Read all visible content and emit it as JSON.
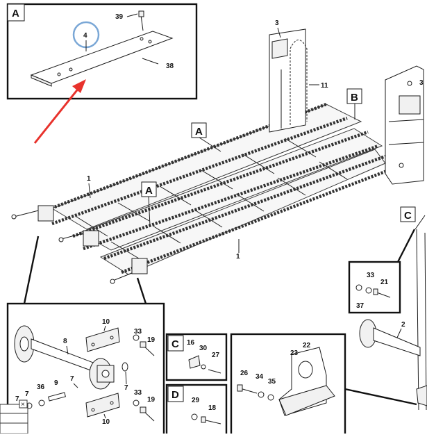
{
  "section_labels": {
    "a": "A",
    "b": "B",
    "c": "C",
    "d": "D"
  },
  "callouts": {
    "n1": "1",
    "n2": "2",
    "n3": "3",
    "n4": "4",
    "n7": "7",
    "n8": "8",
    "n9": "9",
    "n10": "10",
    "n11": "11",
    "n16": "16",
    "n18": "18",
    "n19": "19",
    "n21": "21",
    "n22": "22",
    "n23": "23",
    "n26": "26",
    "n27": "27",
    "n29": "29",
    "n30": "30",
    "n33": "33",
    "n34": "34",
    "n35": "35",
    "n36": "36",
    "n37": "37",
    "n38": "38",
    "n39": "39"
  },
  "colors": {
    "arrow": "#e8322c",
    "highlight_circle": "#7aa7d6",
    "line": "#1a1a1a"
  },
  "overlay": {
    "close_glyph": "×"
  }
}
